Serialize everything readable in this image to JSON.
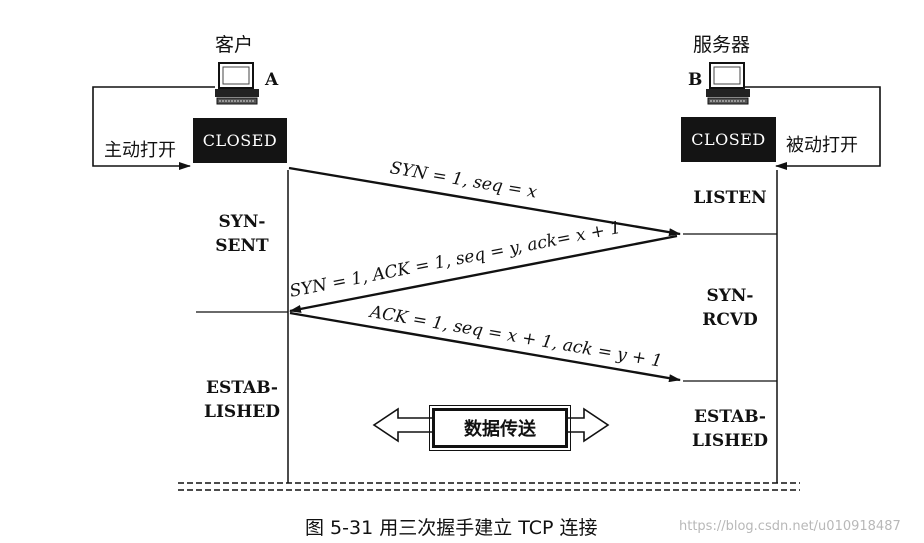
{
  "client": {
    "label": "客户",
    "letter": "A",
    "initial_state": "CLOSED",
    "open_action": "主动打开",
    "states": [
      "SYN-\nSENT",
      "ESTAB-\nLISHED"
    ]
  },
  "server": {
    "label": "服务器",
    "letter": "B",
    "initial_state": "CLOSED",
    "open_action": "被动打开",
    "states": [
      "LISTEN",
      "SYN-\nRCVD",
      "ESTAB-\nLISHED"
    ]
  },
  "messages": [
    {
      "text": "SYN = 1, seq = x",
      "direction": "client-to-server"
    },
    {
      "text": "SYN = 1, ACK = 1, seq = y, ack= x + 1",
      "direction": "server-to-client"
    },
    {
      "text": "ACK = 1, seq = x + 1, ack = y + 1",
      "direction": "client-to-server"
    }
  ],
  "data_transfer": "数据传送",
  "caption": "图 5-31    用三次握手建立 TCP 连接",
  "watermark": "https://blog.csdn.net/u010918487"
}
